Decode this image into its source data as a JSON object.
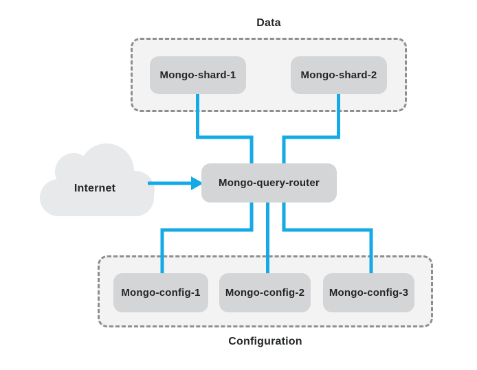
{
  "colors": {
    "connector": "#14aae6",
    "node_fill": "#d3d5d6",
    "group_fill": "#f3f3f4",
    "group_border": "#8c8f92",
    "cloud_fill": "#e8e9eb",
    "text": "#232629"
  },
  "diagram": {
    "data_group": {
      "label": "Data",
      "nodes": [
        {
          "label": "Mongo-shard-1"
        },
        {
          "label": "Mongo-shard-2"
        }
      ]
    },
    "router": {
      "label": "Mongo-query-router"
    },
    "internet": {
      "label": "Internet"
    },
    "config_group": {
      "label": "Configuration",
      "nodes": [
        {
          "label": "Mongo-config-1"
        },
        {
          "label": "Mongo-config-2"
        },
        {
          "label": "Mongo-config-3"
        }
      ]
    }
  }
}
